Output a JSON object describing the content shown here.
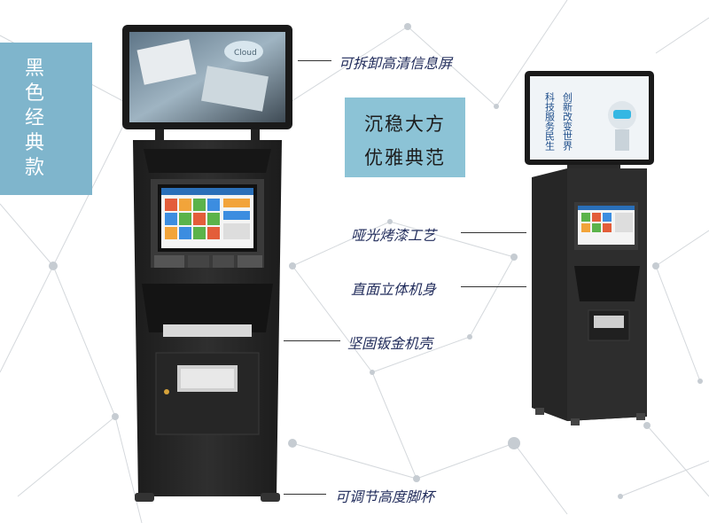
{
  "side_label": "黑色经典款",
  "slogan": {
    "line1": "沉稳大方",
    "line2": "优雅典范"
  },
  "callouts": [
    "可拆卸高清信息屏",
    "哑光烤漆工艺",
    "直面立体机身",
    "坚固钣金机壳",
    "可调节高度脚杯"
  ],
  "screen_texts": {
    "top_screen_word": "Cloud",
    "small_screen_vertical_1": "科技服务民生",
    "small_screen_vertical_2": "创新改变世界"
  },
  "colors": {
    "accent_blue": "#7fb5cc",
    "slogan_bg": "#8cc3d6",
    "kiosk_body": "#2a2a2a",
    "callout_text": "#1f2a5a"
  }
}
